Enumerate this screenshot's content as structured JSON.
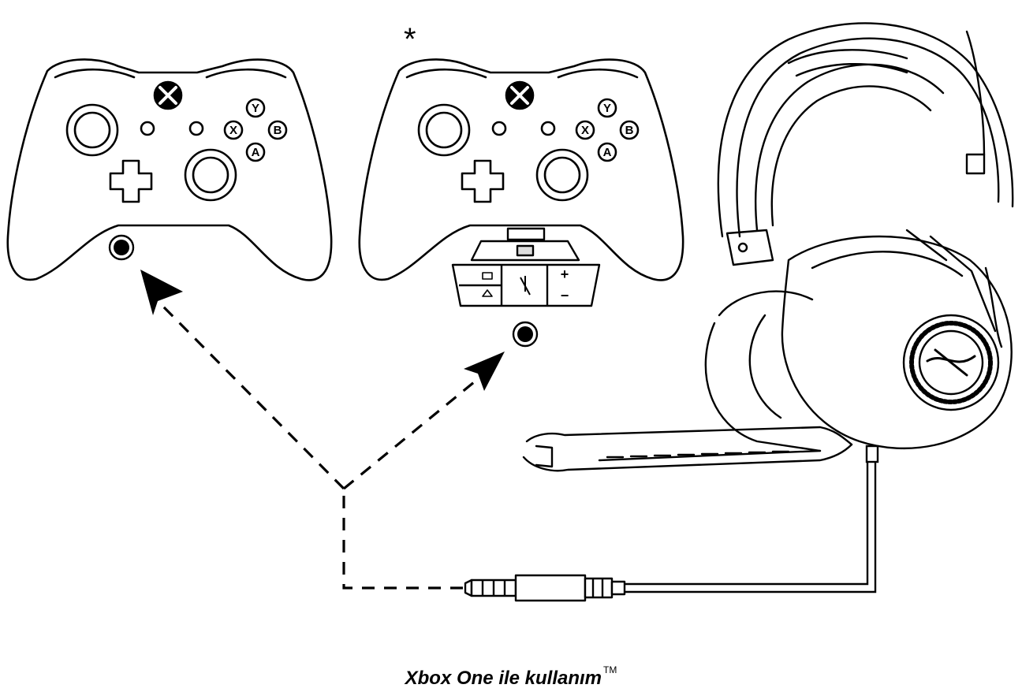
{
  "note_mark": "*",
  "caption": {
    "text": "Xbox One ile kullanım",
    "trademark": "TM"
  },
  "controller_buttons": [
    "Y",
    "X",
    "B",
    "A"
  ],
  "adapter": {
    "volume_up": "+",
    "volume_down": "−"
  },
  "colors": {
    "line": "#000000",
    "background": "#ffffff"
  },
  "icons": {
    "controller_left": "xbox-controller-icon",
    "controller_right": "xbox-controller-with-adapter-icon",
    "headset": "hyperx-headset-icon",
    "plug": "3.5mm-plug-icon"
  }
}
